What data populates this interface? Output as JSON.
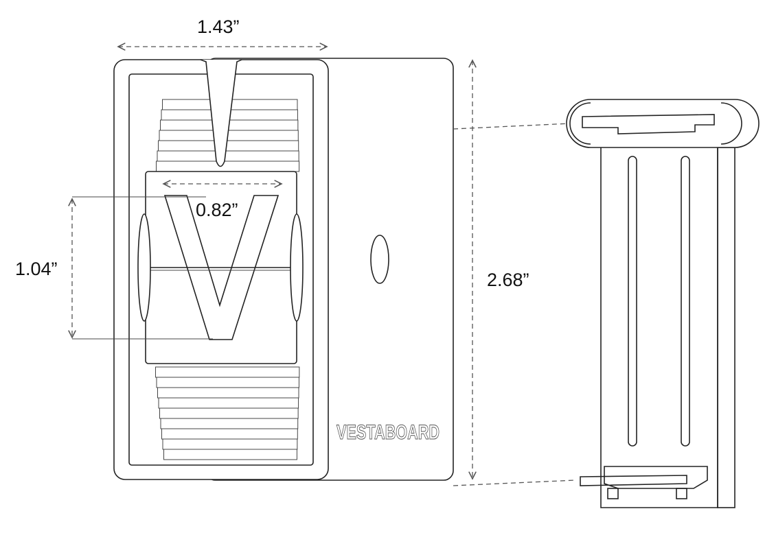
{
  "dimensions": {
    "width": "1.43”",
    "height": "2.68”",
    "character_width": "0.82”",
    "character_height": "1.04”"
  },
  "flap_character": "V",
  "logo": "VESTABOARD",
  "colors": {
    "line": "#222222",
    "background": "#ffffff"
  }
}
